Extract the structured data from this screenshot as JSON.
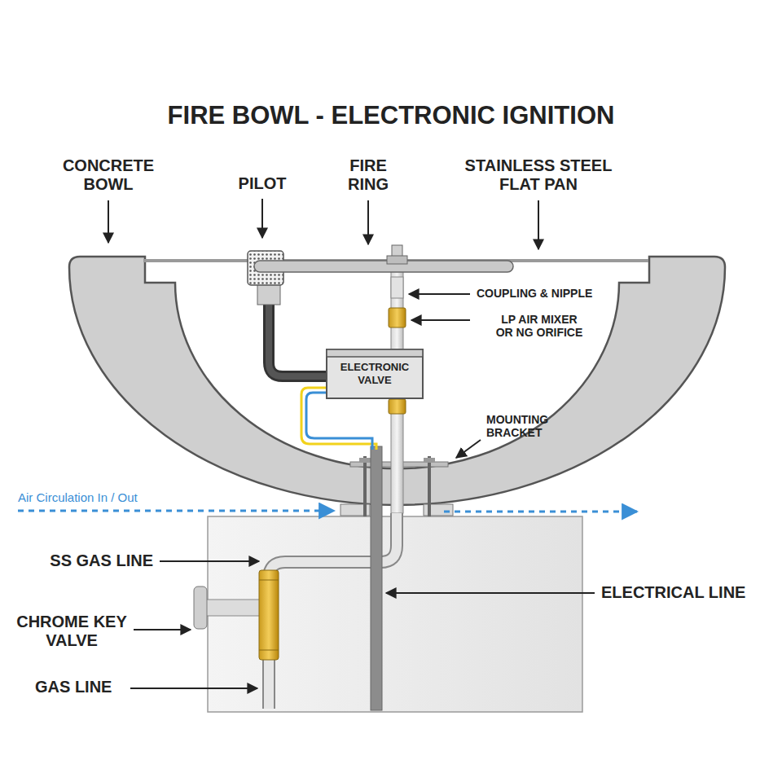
{
  "diagram": {
    "title": "FIRE BOWL - ELECTRONIC IGNITION",
    "nodes": [
      {
        "text": [
          "ELECTRONIC VALVE"
        ]
      }
    ],
    "labels": [
      "CONCRETE BOWL",
      "PILOT",
      "FIRE RING",
      "STAINLESS STEEL FLAT PAN",
      "COUPLING & NIPPLE",
      "LP AIR MIXER OR NG ORIFICE",
      "MOUNTING BRACKET",
      "Air Circulation In / Out",
      "SS GAS LINE",
      "CHROME KEY VALVE",
      "GAS LINE",
      "ELECTRICAL LINE"
    ]
  }
}
